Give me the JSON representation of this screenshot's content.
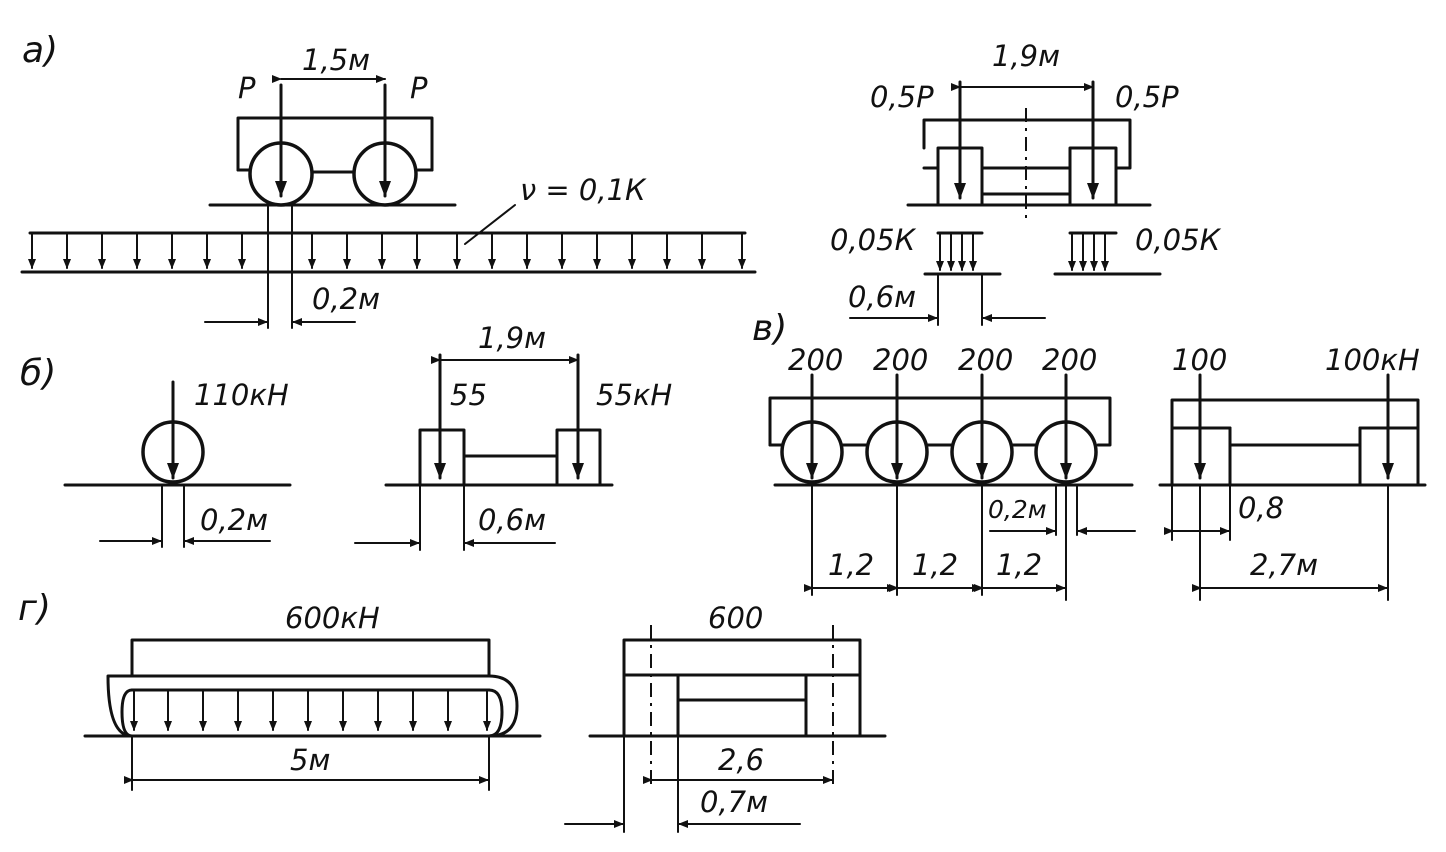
{
  "panels": {
    "a": {
      "label": "а)",
      "load_left": "P",
      "load_right": "P",
      "axle_spacing": "1,5м",
      "distributed_load": "ν = 0,1К",
      "contact_width": "0,2м",
      "crawler_load_left": "0,5Р",
      "crawler_load_right": "0,5Р",
      "crawler_spacing": "1,9м",
      "track_load_left": "0,05К",
      "track_load_right": "0,05К",
      "track_width": "0,6м"
    },
    "b": {
      "label": "б)",
      "single_load": "110кН",
      "contact_width": "0,2м",
      "load_left": "55",
      "load_right": "55кН",
      "spacing": "1,9м",
      "track_width": "0,6м"
    },
    "v": {
      "label": "в)",
      "axle_loads": [
        "200",
        "200",
        "200",
        "200"
      ],
      "axle_spacings": [
        "1,2",
        "1,2",
        "1,2"
      ],
      "contact_width": "0,2м",
      "load_left": "100",
      "load_right": "100кН",
      "track_width": "0,8",
      "spacing": "2,7м"
    },
    "g": {
      "label": "г)",
      "crawler_load": "600кН",
      "track_length": "5м",
      "load_side": "600",
      "spacing": "2,6",
      "track_width": "0,7м"
    }
  }
}
